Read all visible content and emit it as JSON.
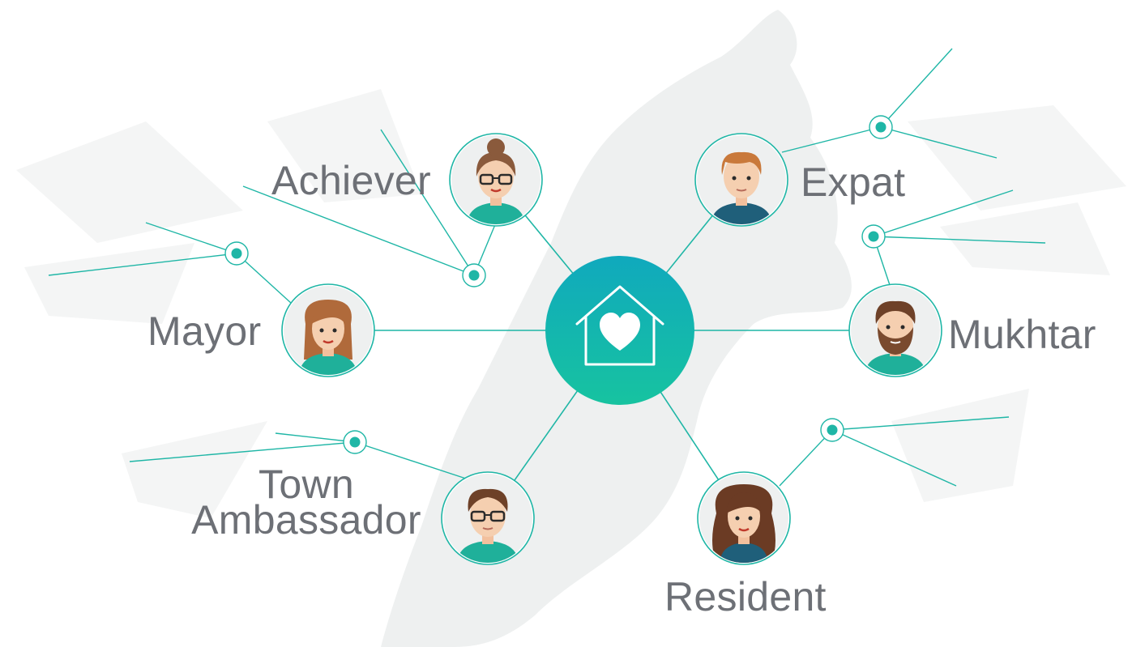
{
  "diagram": {
    "center": {
      "icon": "house-heart-icon"
    },
    "roles": [
      {
        "key": "achiever",
        "label": "Achiever",
        "icon": "woman-bun-glasses-avatar"
      },
      {
        "key": "expat",
        "label": "Expat",
        "icon": "man-blonde-avatar"
      },
      {
        "key": "mayor",
        "label": "Mayor",
        "icon": "woman-long-hair-avatar"
      },
      {
        "key": "mukhtar",
        "label": "Mukhtar",
        "icon": "bearded-man-avatar"
      },
      {
        "key": "town-ambassador",
        "label_line1": "Town",
        "label_line2": "Ambassador",
        "icon": "man-glasses-avatar"
      },
      {
        "key": "resident",
        "label": "Resident",
        "icon": "woman-curly-hair-avatar"
      }
    ]
  },
  "colors": {
    "teal": "#1fb6a6",
    "teal_dark": "#0ea7b7",
    "map_gray": "#eef0f0",
    "label_gray": "#6d7076"
  }
}
